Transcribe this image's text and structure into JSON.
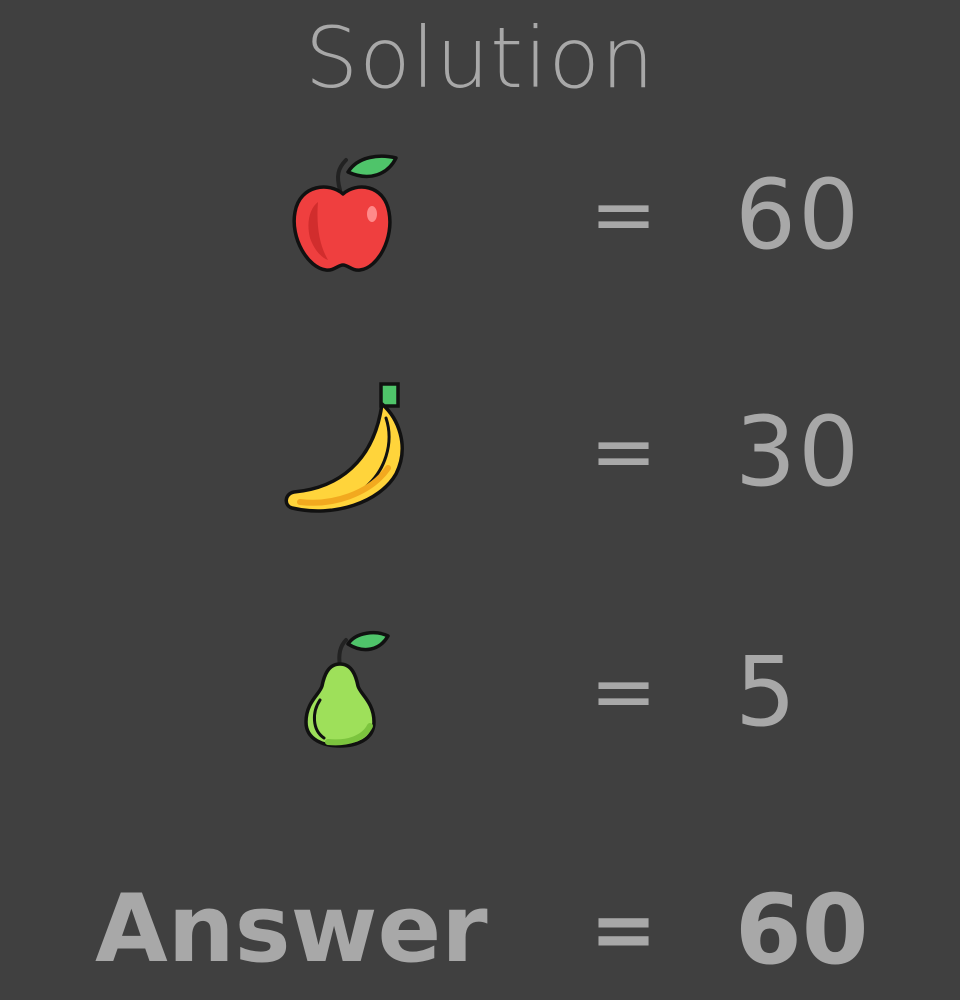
{
  "title": "Solution",
  "equations": [
    {
      "fruit": "apple-icon",
      "operator": "=",
      "value": "60"
    },
    {
      "fruit": "banana-icon",
      "operator": "=",
      "value": "30"
    },
    {
      "fruit": "pear-icon",
      "operator": "=",
      "value": "5"
    }
  ],
  "answer": {
    "label": "Answer",
    "operator": "=",
    "value": "60"
  },
  "colors": {
    "background": "#404040",
    "text": "#a8a8a8"
  }
}
